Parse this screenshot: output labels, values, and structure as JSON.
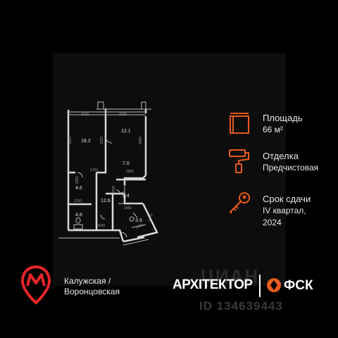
{
  "info": {
    "area_label": "Площадь",
    "area_value": "66 м²",
    "finish_label": "Отделка",
    "finish_value": "Предчистовая",
    "deadline_label": "Срок сдачи",
    "deadline_value_1": "IV квартал,",
    "deadline_value_2": "2024"
  },
  "metro": {
    "line1": "Калужская /",
    "line2": "Воронцовская",
    "icon": "metro-m-icon"
  },
  "brand": {
    "developer": "АРХІТЕКТОР",
    "partner": "ФСК"
  },
  "watermark": {
    "id_text": "ID 134639443",
    "logo_text": "ЦИАН"
  },
  "floorplan": {
    "rooms": [
      "18.2",
      "12.1",
      "7.0",
      "4.6",
      "3.4",
      "12.6",
      "4.8",
      "3.9"
    ],
    "dimensions": [
      "3320",
      "3220",
      "3830",
      "3220",
      "4360",
      "1700",
      "2500",
      "2220",
      "2050",
      "1850",
      "1630",
      "1670",
      "1870",
      "2050"
    ]
  },
  "colors": {
    "accent": "#e85a1e",
    "metro_red": "#e8242b",
    "background": "#0d0d0d"
  }
}
